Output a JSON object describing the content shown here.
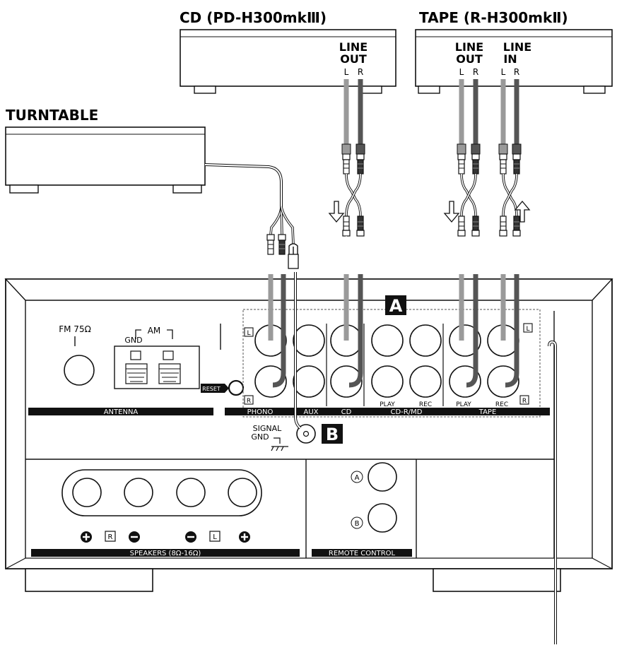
{
  "devices": {
    "cd": {
      "title": "CD (PD-H300mkⅢ)",
      "jack_label_1": "LINE",
      "jack_label_2": "OUT",
      "left": "L",
      "right": "R"
    },
    "tape": {
      "title": "TAPE (R-H300mkⅡ)",
      "out_1": "LINE",
      "out_2": "OUT",
      "in_1": "LINE",
      "in_2": "IN",
      "left": "L",
      "right": "R"
    },
    "turntable": {
      "title": "TURNTABLE"
    }
  },
  "panel": {
    "callout_a": "A",
    "callout_b": "B",
    "fm": "FM 75Ω",
    "am": "AM",
    "gnd": "GND",
    "antenna": "ANTENNA",
    "reset": "RESET",
    "inputs": {
      "phono": "PHONO",
      "aux": "AUX",
      "cd": "CD",
      "cdr": "CD-R/MD",
      "tape": "TAPE",
      "play": "PLAY",
      "rec": "REC",
      "l": "L",
      "r": "R"
    },
    "signal": "SIGNAL",
    "signal_gnd": "GND",
    "speakers_title": "SPEAKERS (8Ω-16Ω)",
    "spk_r": "R",
    "spk_l": "L",
    "remote_title": "REMOTE CONTROL",
    "remote_a": "A",
    "remote_b": "B"
  }
}
